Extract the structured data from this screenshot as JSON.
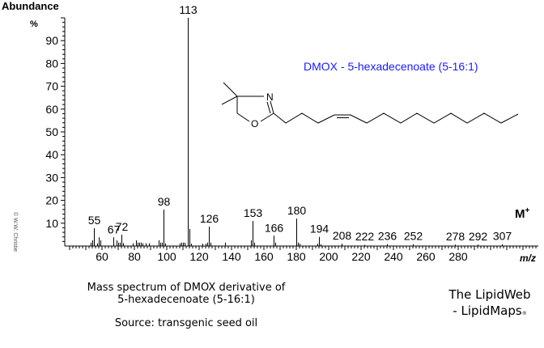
{
  "chart_data": {
    "type": "bar",
    "title": "DMOX - 5-hexadecenoate (5-16:1)",
    "title_color": "#1a1aff",
    "ylabel": "Abundance",
    "yunit": "%",
    "xlabel": "m/z",
    "xlim": [
      37,
      330
    ],
    "ylim": [
      0,
      100
    ],
    "yticks": [
      10,
      20,
      30,
      40,
      50,
      60,
      70,
      80,
      90
    ],
    "xticks": [
      60,
      80,
      100,
      120,
      140,
      160,
      180,
      200,
      220,
      240,
      260,
      280
    ],
    "molecular_ion_label": "M",
    "molecular_ion_sup": "+",
    "peaks": [
      {
        "mz": 53,
        "abundance": 1.5
      },
      {
        "mz": 54,
        "abundance": 2.5
      },
      {
        "mz": 55,
        "abundance": 7.8,
        "label": "55"
      },
      {
        "mz": 57,
        "abundance": 1.2
      },
      {
        "mz": 58,
        "abundance": 3.8
      },
      {
        "mz": 59,
        "abundance": 2.5
      },
      {
        "mz": 67,
        "abundance": 3.8,
        "label": "67"
      },
      {
        "mz": 69,
        "abundance": 2.5
      },
      {
        "mz": 70,
        "abundance": 1.5
      },
      {
        "mz": 71,
        "abundance": 1.5
      },
      {
        "mz": 72,
        "abundance": 5,
        "label": "72"
      },
      {
        "mz": 73,
        "abundance": 1.3
      },
      {
        "mz": 79,
        "abundance": 1.2
      },
      {
        "mz": 81,
        "abundance": 2.5
      },
      {
        "mz": 82,
        "abundance": 1.5
      },
      {
        "mz": 83,
        "abundance": 1.5
      },
      {
        "mz": 84,
        "abundance": 1.5
      },
      {
        "mz": 85,
        "abundance": 1.2
      },
      {
        "mz": 87,
        "abundance": 1.2
      },
      {
        "mz": 89,
        "abundance": 1.2
      },
      {
        "mz": 95,
        "abundance": 2.5
      },
      {
        "mz": 96,
        "abundance": 1.5
      },
      {
        "mz": 97,
        "abundance": 1.5
      },
      {
        "mz": 98,
        "abundance": 16,
        "label": "98"
      },
      {
        "mz": 99,
        "abundance": 1.2
      },
      {
        "mz": 108,
        "abundance": 1.2
      },
      {
        "mz": 109,
        "abundance": 1.5
      },
      {
        "mz": 110,
        "abundance": 1.5
      },
      {
        "mz": 111,
        "abundance": 1.5
      },
      {
        "mz": 113,
        "abundance": 100,
        "label": "113"
      },
      {
        "mz": 114,
        "abundance": 7.5
      },
      {
        "mz": 115,
        "abundance": 1
      },
      {
        "mz": 122,
        "abundance": 1
      },
      {
        "mz": 124,
        "abundance": 1
      },
      {
        "mz": 125,
        "abundance": 1.5
      },
      {
        "mz": 126,
        "abundance": 8.5,
        "label": "126"
      },
      {
        "mz": 127,
        "abundance": 1.5
      },
      {
        "mz": 136,
        "abundance": 1.5
      },
      {
        "mz": 152,
        "abundance": 2.5
      },
      {
        "mz": 153,
        "abundance": 11,
        "label": "153"
      },
      {
        "mz": 154,
        "abundance": 1.5
      },
      {
        "mz": 166,
        "abundance": 4.5,
        "label": "166"
      },
      {
        "mz": 167,
        "abundance": 1.5
      },
      {
        "mz": 180,
        "abundance": 12,
        "label": "180"
      },
      {
        "mz": 181,
        "abundance": 1.5
      },
      {
        "mz": 182,
        "abundance": 1
      },
      {
        "mz": 193,
        "abundance": 1
      },
      {
        "mz": 194,
        "abundance": 4,
        "label": "194"
      },
      {
        "mz": 195,
        "abundance": 0.8
      },
      {
        "mz": 208,
        "abundance": 1,
        "label": "208"
      },
      {
        "mz": 222,
        "abundance": 0.5,
        "label": "222"
      },
      {
        "mz": 236,
        "abundance": 0.8,
        "label": "236"
      },
      {
        "mz": 252,
        "abundance": 0.8,
        "label": "252"
      },
      {
        "mz": 278,
        "abundance": 0.6,
        "label": "278"
      },
      {
        "mz": 292,
        "abundance": 0.6,
        "label": "292"
      },
      {
        "mz": 307,
        "abundance": 0.8,
        "label": "307"
      }
    ]
  },
  "copyright": "© W.W. Christie",
  "structure_atoms": {
    "n": "N",
    "o": "O"
  },
  "caption": {
    "line1": "Mass spectrum of DMOX derivative of",
    "line2": "5-hexadecenoate (5-16:1)",
    "source": "Source:  transgenic seed oil"
  },
  "brand": {
    "line1": "The LipidWeb",
    "line2": "- LipidMaps",
    "reg": "®"
  }
}
